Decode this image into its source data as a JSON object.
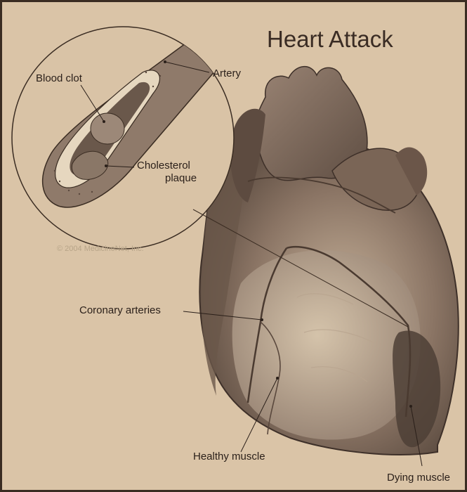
{
  "title": "Heart Attack",
  "copyright": "© 2004 MedicineNet, Inc.",
  "labels": {
    "blood_clot": "Blood clot",
    "artery": "Artery",
    "cholesterol": "Cholesterol",
    "plaque": "plaque",
    "coronary_arteries": "Coronary arteries",
    "healthy_muscle": "Healthy muscle",
    "dying_muscle": "Dying muscle"
  }
}
